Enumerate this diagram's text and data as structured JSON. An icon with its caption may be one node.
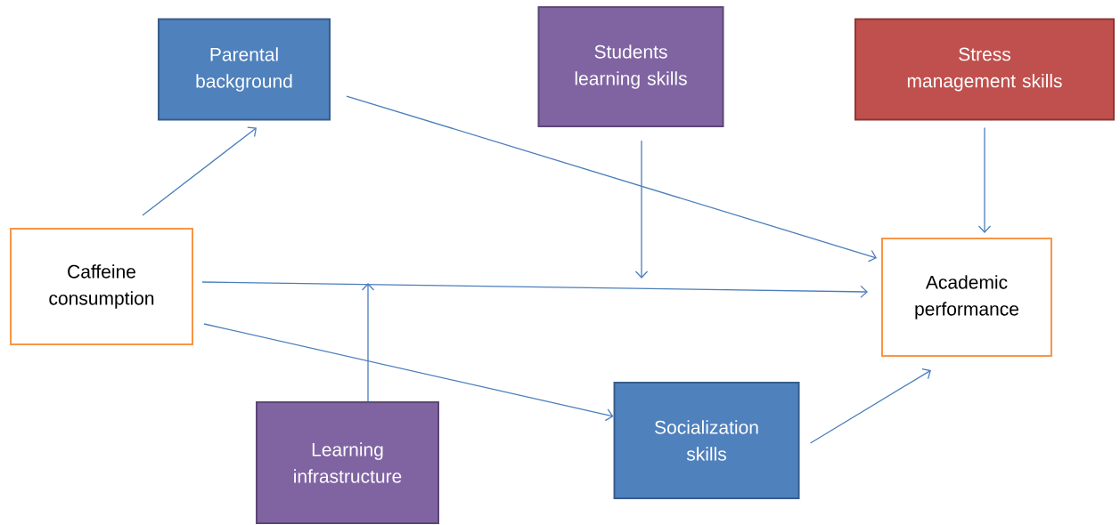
{
  "diagram": {
    "nodes": [
      {
        "text": [
          "Parental background"
        ]
      },
      {
        "text": [
          "Students learning skills"
        ]
      },
      {
        "text": [
          "Stress management skills"
        ]
      },
      {
        "text": [
          "Caffeine consumption"
        ]
      },
      {
        "text": [
          "Academic performance"
        ]
      },
      {
        "text": [
          "Learning infrastructure"
        ]
      },
      {
        "text": [
          "Socialization skills"
        ]
      }
    ],
    "edges": [
      {
        "from": 3,
        "to": 0,
        "arrow": "to"
      },
      {
        "from": 0,
        "to": 4,
        "arrow": "to"
      },
      {
        "from": 1,
        "to": null,
        "arrow": "to"
      },
      {
        "from": 2,
        "to": 4,
        "arrow": "to"
      },
      {
        "from": 3,
        "to": 4,
        "arrow": "to"
      },
      {
        "from": 5,
        "to": null,
        "arrow": "to"
      },
      {
        "from": 3,
        "to": 6,
        "arrow": "to"
      },
      {
        "from": 6,
        "to": 4,
        "arrow": "to"
      }
    ]
  }
}
